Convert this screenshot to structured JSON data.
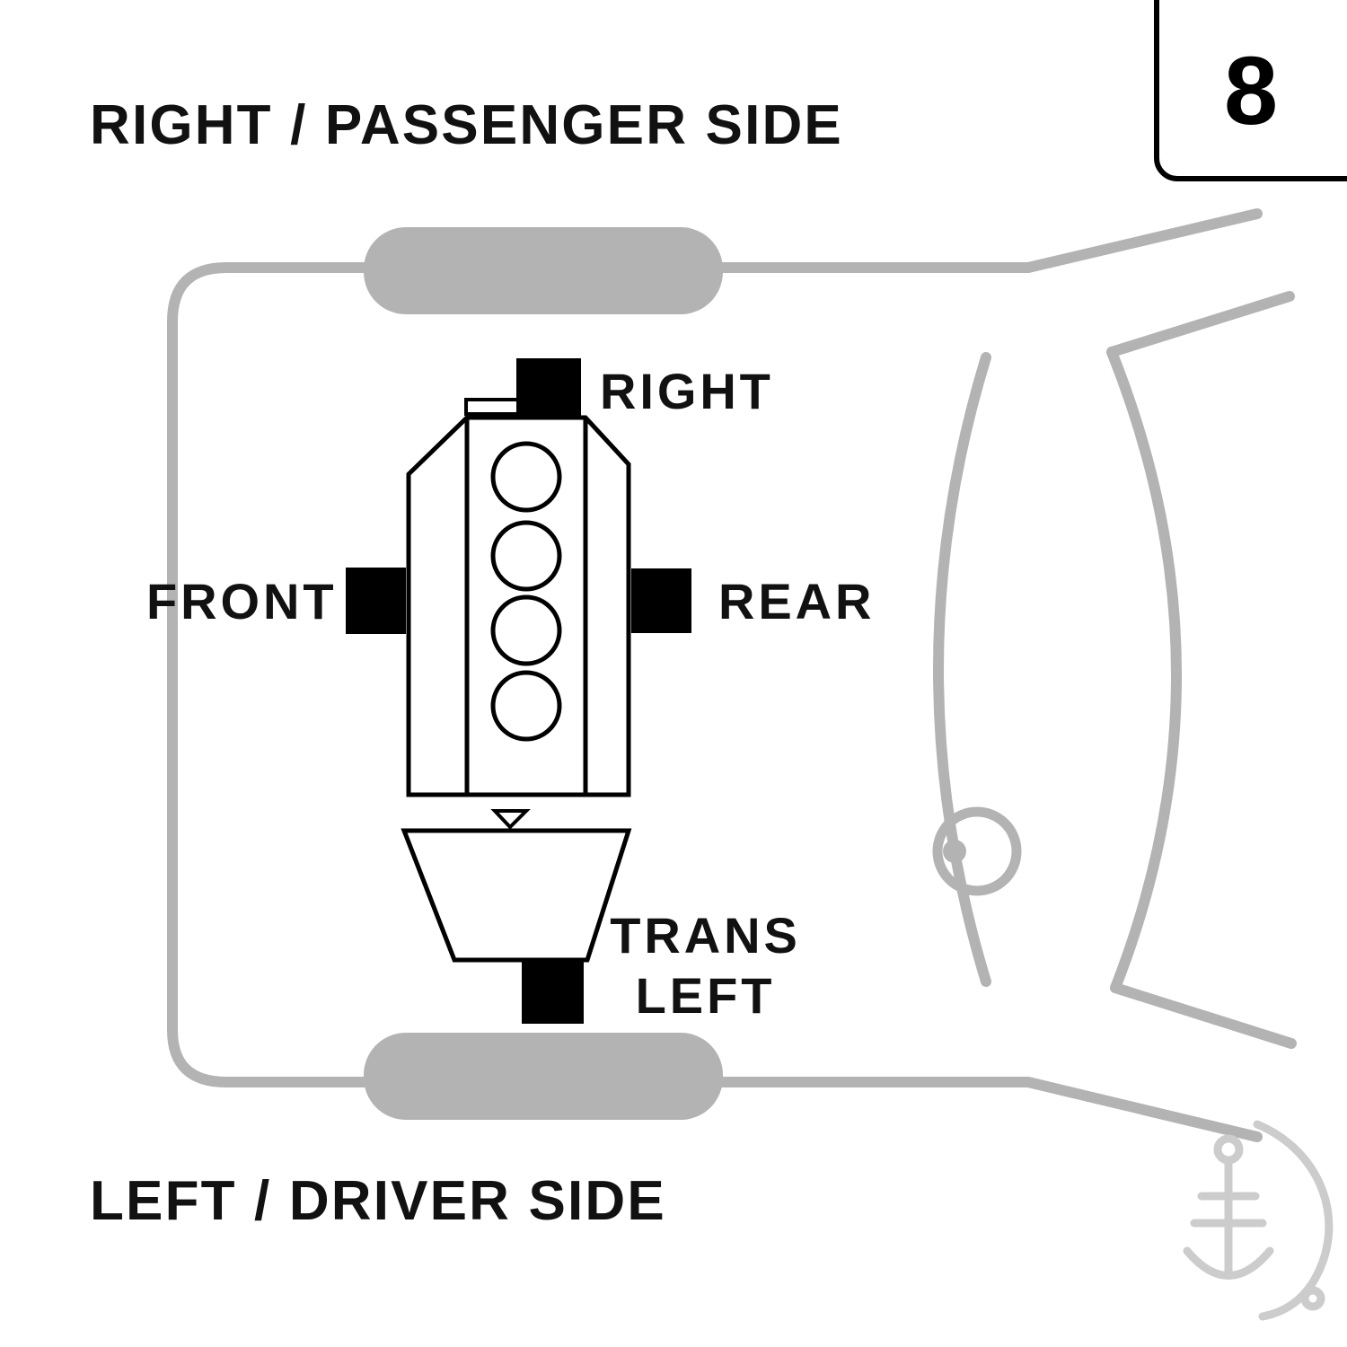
{
  "titles": {
    "top": "RIGHT / PASSENGER SIDE",
    "bottom": "LEFT / DRIVER SIDE"
  },
  "page_number": "8",
  "labels": {
    "right_mount": "RIGHT",
    "front_mount": "FRONT",
    "rear_mount": "REAR",
    "trans_mount_line1": "TRANS",
    "trans_mount_line2": "LEFT"
  },
  "diagram": {
    "type": "engine-mount-location-top-view",
    "engine_cylinders": 4,
    "mounts": [
      {
        "position": "top",
        "label": "RIGHT"
      },
      {
        "position": "left",
        "label": "FRONT"
      },
      {
        "position": "right",
        "label": "REAR"
      },
      {
        "position": "bottom",
        "label": "TRANS LEFT"
      }
    ]
  },
  "colors": {
    "background": "#ffffff",
    "car_outline": "#b3b3b3",
    "engine_outline": "#000000",
    "mount_fill": "#000000",
    "watermark": "#cccccc"
  }
}
